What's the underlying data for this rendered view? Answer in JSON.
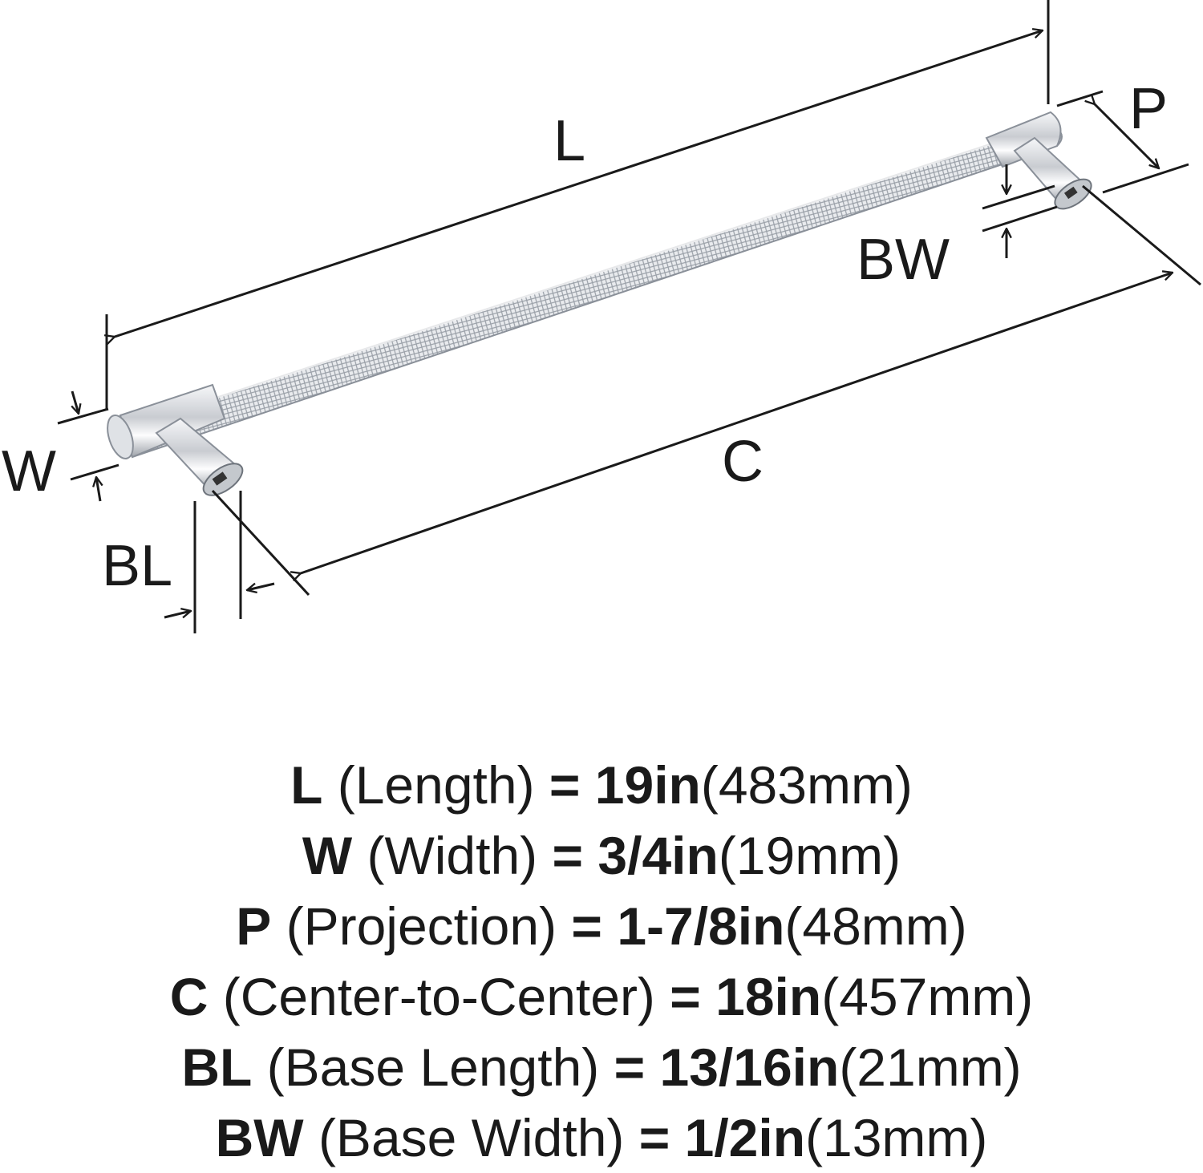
{
  "diagram": {
    "labels": {
      "L": "L",
      "P": "P",
      "BW": "BW",
      "W": "W",
      "C": "C",
      "BL": "BL"
    }
  },
  "specs": [
    {
      "code": "L",
      "name": "(Length)",
      "eq": "=",
      "imperial": "19in",
      "metric": "(483mm)"
    },
    {
      "code": "W",
      "name": "(Width)",
      "eq": "=",
      "imperial": "3/4in",
      "metric": "(19mm)"
    },
    {
      "code": "P",
      "name": "(Projection)",
      "eq": "=",
      "imperial": "1-7/8in",
      "metric": "(48mm)"
    },
    {
      "code": "C",
      "name": "(Center-to-Center)",
      "eq": "=",
      "imperial": "18in",
      "metric": "(457mm)"
    },
    {
      "code": "BL",
      "name": "(Base Length)",
      "eq": "=",
      "imperial": "13/16in",
      "metric": "(21mm)"
    },
    {
      "code": "BW",
      "name": "(Base Width)",
      "eq": "=",
      "imperial": "1/2in",
      "metric": "(13mm)"
    }
  ]
}
